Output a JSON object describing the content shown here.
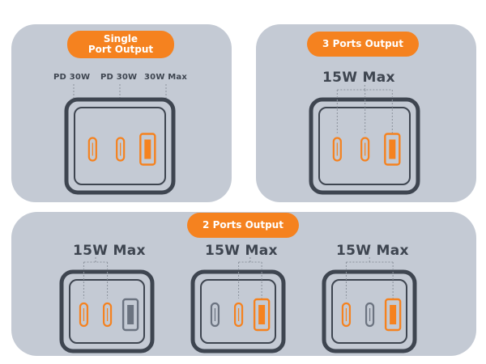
{
  "colors": {
    "orange": "#f5821f",
    "panel": "#c4cad4",
    "outline": "#3e4550",
    "gray_port": "#6b7380"
  },
  "single": {
    "badge": "Single\nPort Output",
    "labels": [
      "PD 30W",
      "PD 30W",
      "30W Max"
    ],
    "ports": [
      {
        "type": "usb-c",
        "active": true
      },
      {
        "type": "usb-c",
        "active": true
      },
      {
        "type": "usb-a",
        "active": true
      }
    ]
  },
  "three": {
    "badge": "3 Ports Output",
    "label": "15W Max",
    "ports": [
      {
        "type": "usb-c",
        "active": true
      },
      {
        "type": "usb-c",
        "active": true
      },
      {
        "type": "usb-a",
        "active": true
      }
    ]
  },
  "two": {
    "badge": "2 Ports Output",
    "groups": [
      {
        "label": "15W Max",
        "ports": [
          {
            "type": "usb-c",
            "active": true
          },
          {
            "type": "usb-c",
            "active": true
          },
          {
            "type": "usb-a",
            "active": false
          }
        ]
      },
      {
        "label": "15W Max",
        "ports": [
          {
            "type": "usb-c",
            "active": false
          },
          {
            "type": "usb-c",
            "active": true
          },
          {
            "type": "usb-a",
            "active": true
          }
        ]
      },
      {
        "label": "15W Max",
        "ports": [
          {
            "type": "usb-c",
            "active": true
          },
          {
            "type": "usb-c",
            "active": false
          },
          {
            "type": "usb-a",
            "active": true
          }
        ]
      }
    ]
  }
}
